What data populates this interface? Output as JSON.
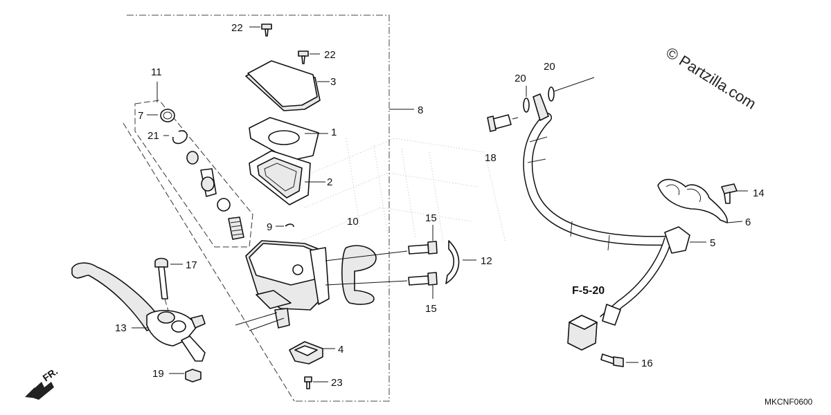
{
  "diagram": {
    "callouts": [
      "1",
      "2",
      "3",
      "4",
      "5",
      "6",
      "7",
      "8",
      "9",
      "10",
      "11",
      "12",
      "13",
      "14",
      "15",
      "16",
      "17",
      "18",
      "19",
      "20",
      "21",
      "22",
      "23"
    ],
    "reference": "F-5-20",
    "watermark": "© Partzilla.com",
    "direction": "FR.",
    "code": "MKCNF0600"
  }
}
